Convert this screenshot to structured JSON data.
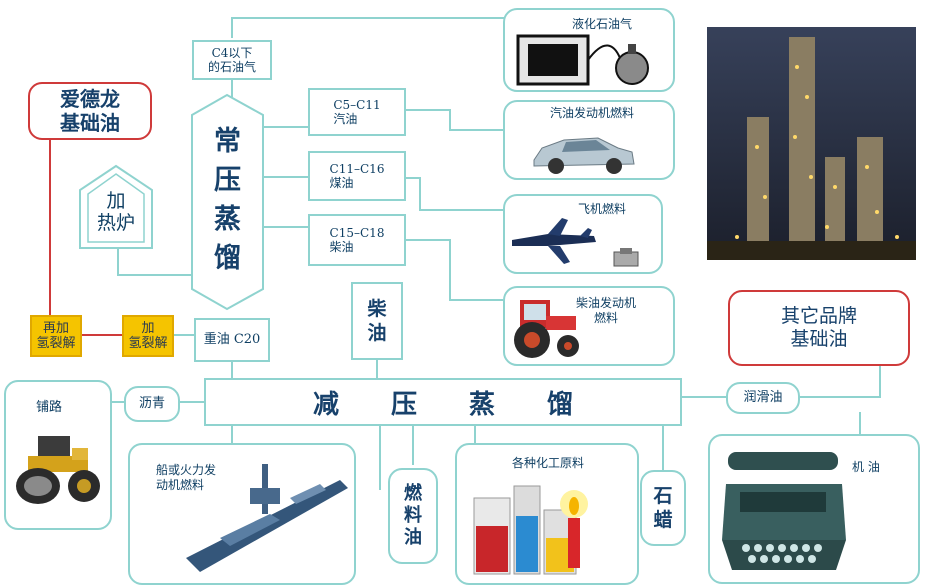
{
  "nodes": {
    "lpg_top": "C4以下\n的石油气",
    "changya": "常\n压\n蒸\n馏",
    "c5": "C5–C11\n汽油",
    "c11": "C11–C16\n煤油",
    "c15": "C15–C18\n柴油",
    "chaiyou": "柴\n油",
    "zhongyou": "重油 C20",
    "jiare": "加\n热炉",
    "edelong": "爱德龙\n基础油",
    "zaijia": "再加\n氢裂解",
    "jiaqing": "加\n氢裂解",
    "jianya": "减　　压　　蒸　　馏",
    "liqing": "沥青",
    "pulu": "铺路",
    "runhua": "润滑油",
    "qita": "其它品牌\n基础油",
    "jiyou": "机 油",
    "chuan": "船或火力发\n动机燃料",
    "ranliao": "燃\n料\n油",
    "huagong": "各种化工原料",
    "shila": "石\n蜡"
  },
  "products": {
    "lpg": "液化石油气",
    "gasoline": "汽油发动机燃料",
    "jet": "飞机燃料",
    "diesel": "柴油发动机\n燃料"
  },
  "colors": {
    "line": "#8fd3cf",
    "text": "#0f3f63",
    "red_border": "#cf3a3a",
    "yellow": "#f5c400"
  }
}
